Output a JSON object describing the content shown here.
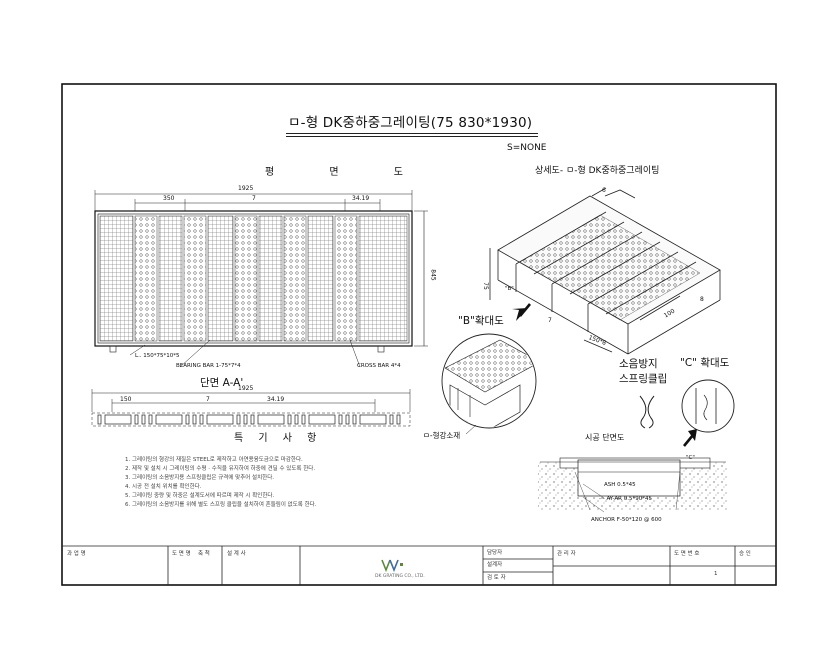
{
  "drawing": {
    "title": "ㅁ-형 DK중하중그레이팅(75 830*1930)",
    "scale": "S=NONE",
    "plan_view_label": "평 면 도",
    "iso_view_label": "상세도- ㅁ-형 DK중하중그레이팅",
    "section_label": "단면 A-A'",
    "detail_b_label": "\"B\"확대도",
    "detail_c_label": "\"C\" 확대도",
    "detail_b_marker": "\"B\"",
    "detail_c_marker": "\"C\"",
    "spring_label_line1": "소음방지",
    "spring_label_line2": "스프링클립",
    "steel_label": "ㅁ-형강소재",
    "construction_label": "시공 단면도",
    "notes_title": "특 기 사 항"
  },
  "dimensions": {
    "plan_total_width": "1925",
    "plan_left_bay": "350",
    "plan_mid": "7",
    "plan_right_bay": "34.19",
    "plan_height": "845",
    "section_total_width": "1925",
    "section_left_bay": "150",
    "section_mid": "7",
    "section_right_bay": "34.19",
    "iso_top": "6",
    "iso_height": "75",
    "iso_bay": "100",
    "iso_small": "8",
    "iso_corner": "7",
    "iso_flange": "150*8"
  },
  "plan_callouts": {
    "bearing_bar": "BEARING BAR 1-75*7*4",
    "cross_bar": "CROSS BAR 4*4",
    "frame": "L.. 150*75*10*5"
  },
  "construction_callouts": {
    "anchor": "ANCHOR F-50*120 @ 600",
    "layer1": "ASH 0.5*45",
    "layer2": "- - AY-AR 0.5*90*45"
  },
  "notes": [
    "1. 그레이팅의 형강의 재질은 STEEL로 제작하고 아연용융도금으로 마감한다.",
    "2. 제작 및 설치 시 그레이팅의 수평 · 수직을 유지하여 하중에 견딜 수 있도록 한다.",
    "3. 그레이팅의 소음방지용 스프링클립은 규격에 맞추어 설치한다.",
    "4. 시공 전 설치 위치를 확인한다.",
    "5. 그레이팅 중량 및 하중은 설계도서에 따르며 제작 시 확인한다.",
    "6. 그레이팅의 소음방지를 위해 별도 스프링 클립을 설치하여 흔들림이 없도록 한다."
  ],
  "title_block": {
    "col1": "과 업 명",
    "col2": "도 면 명",
    "col3": "축 척",
    "col4": "설 계 사",
    "col5": "담당자",
    "col6": "설계자",
    "col7": "검 토 자",
    "col8": "관 리 자",
    "col9": "도 면 번 호",
    "col10": "승 인",
    "sheet": "1",
    "company": "DK GRATING CO., LTD."
  },
  "colors": {
    "line": "#1a1a1a",
    "hatch": "#555555",
    "arrow": "#111111",
    "logo_green": "#5a8a3a",
    "logo_blue": "#3a6aa8"
  }
}
